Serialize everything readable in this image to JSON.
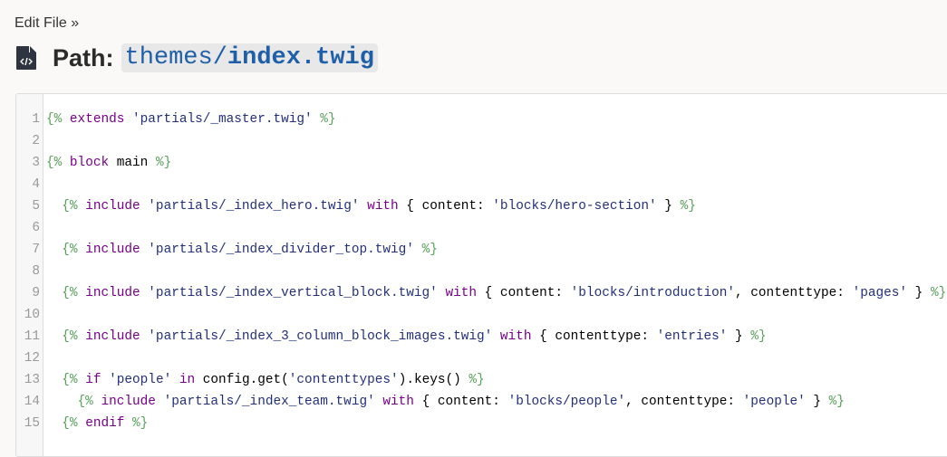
{
  "breadcrumb": "Edit File »",
  "header": {
    "label": "Path:",
    "path_dir": "themes/",
    "path_file": "index.twig"
  },
  "icons": {
    "file": "file-code-icon"
  },
  "colors": {
    "delimiter": "#58a05a",
    "keyword": "#770088",
    "string": "#22307a"
  },
  "editor": {
    "lines": [
      [
        [
          "d",
          "{% "
        ],
        [
          "k",
          "extends "
        ],
        [
          "s",
          "'partials/_master.twig' "
        ],
        [
          "d",
          "%}"
        ]
      ],
      [],
      [
        [
          "d",
          "{% "
        ],
        [
          "k",
          "block "
        ],
        [
          "p",
          "main "
        ],
        [
          "d",
          "%}"
        ]
      ],
      [],
      [
        [
          "p",
          "  "
        ],
        [
          "d",
          "{% "
        ],
        [
          "k",
          "include "
        ],
        [
          "s",
          "'partials/_index_hero.twig' "
        ],
        [
          "k",
          "with "
        ],
        [
          "p",
          "{ content: "
        ],
        [
          "s",
          "'blocks/hero-section'"
        ],
        [
          "p",
          " } "
        ],
        [
          "d",
          "%}"
        ]
      ],
      [],
      [
        [
          "p",
          "  "
        ],
        [
          "d",
          "{% "
        ],
        [
          "k",
          "include "
        ],
        [
          "s",
          "'partials/_index_divider_top.twig' "
        ],
        [
          "d",
          "%}"
        ]
      ],
      [],
      [
        [
          "p",
          "  "
        ],
        [
          "d",
          "{% "
        ],
        [
          "k",
          "include "
        ],
        [
          "s",
          "'partials/_index_vertical_block.twig' "
        ],
        [
          "k",
          "with "
        ],
        [
          "p",
          "{ content: "
        ],
        [
          "s",
          "'blocks/introduction'"
        ],
        [
          "p",
          ", contenttype: "
        ],
        [
          "s",
          "'pages'"
        ],
        [
          "p",
          " } "
        ],
        [
          "d",
          "%}"
        ]
      ],
      [],
      [
        [
          "p",
          "  "
        ],
        [
          "d",
          "{% "
        ],
        [
          "k",
          "include "
        ],
        [
          "s",
          "'partials/_index_3_column_block_images.twig' "
        ],
        [
          "k",
          "with "
        ],
        [
          "p",
          "{ contenttype: "
        ],
        [
          "s",
          "'entries'"
        ],
        [
          "p",
          " } "
        ],
        [
          "d",
          "%}"
        ]
      ],
      [],
      [
        [
          "p",
          "  "
        ],
        [
          "d",
          "{% "
        ],
        [
          "k",
          "if "
        ],
        [
          "s",
          "'people' "
        ],
        [
          "k",
          "in "
        ],
        [
          "p",
          "config.get("
        ],
        [
          "s",
          "'contenttypes'"
        ],
        [
          "p",
          ").keys() "
        ],
        [
          "d",
          "%}"
        ]
      ],
      [
        [
          "p",
          "    "
        ],
        [
          "d",
          "{% "
        ],
        [
          "k",
          "include "
        ],
        [
          "s",
          "'partials/_index_team.twig' "
        ],
        [
          "k",
          "with "
        ],
        [
          "p",
          "{ content: "
        ],
        [
          "s",
          "'blocks/people'"
        ],
        [
          "p",
          ", contenttype: "
        ],
        [
          "s",
          "'people'"
        ],
        [
          "p",
          " } "
        ],
        [
          "d",
          "%}"
        ]
      ],
      [
        [
          "p",
          "  "
        ],
        [
          "d",
          "{% "
        ],
        [
          "k",
          "endif "
        ],
        [
          "d",
          "%}"
        ]
      ]
    ]
  }
}
